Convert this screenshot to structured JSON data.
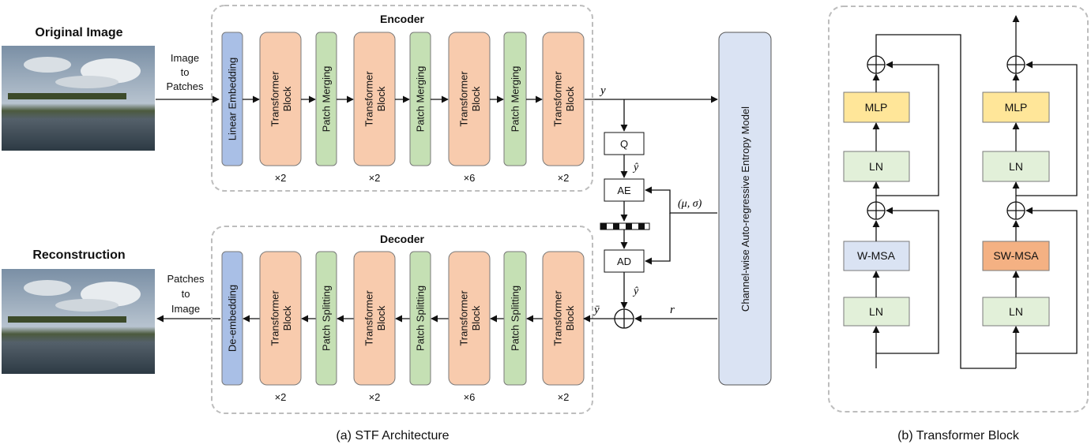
{
  "encoder": {
    "title": "Encoder",
    "blocks": [
      "Linear Embedding",
      "Transformer Block",
      "Patch Merging",
      "Transformer Block",
      "Patch Merging",
      "Transformer Block",
      "Patch Merging",
      "Transformer Block"
    ],
    "multipliers": [
      "×2",
      "×2",
      "×6",
      "×2"
    ]
  },
  "decoder": {
    "title": "Decoder",
    "blocks": [
      "De-embedding",
      "Transformer Block",
      "Patch Splitting",
      "Transformer Block",
      "Patch Splitting",
      "Transformer Block",
      "Patch Splitting",
      "Transformer Block"
    ],
    "multipliers": [
      "×2",
      "×2",
      "×6",
      "×2"
    ]
  },
  "original_image_label": "Original Image",
  "reconstruction_label": "Reconstruction",
  "image_to_patches": [
    "Image",
    "to",
    "Patches"
  ],
  "patches_to_image": [
    "Patches",
    "to",
    "Image"
  ],
  "entropy_model": "Channel-wise Auto-regressive Entropy Model",
  "q_label": "Q",
  "ae_label": "AE",
  "ad_label": "AD",
  "y_label": "y",
  "y_hat_label": "ŷ",
  "y_bar_label": "ȳ",
  "r_label": "r",
  "mu_sigma_label": "(μ, σ)",
  "caption_a": "(a) STF Architecture",
  "caption_b": "(b) Transformer Block",
  "transformer_block": {
    "left": {
      "mlp": "MLP",
      "ln_top": "LN",
      "attn": "W-MSA",
      "ln_bottom": "LN"
    },
    "right": {
      "mlp": "MLP",
      "ln_top": "LN",
      "attn": "SW-MSA",
      "ln_bottom": "LN"
    }
  },
  "colors": {
    "embedding": "#a9bfe6",
    "transformer": "#f8cbad",
    "merging": "#c5e0b4",
    "entropy": "#dae3f3",
    "mlp": "#ffe699",
    "ln": "#e2f0d9",
    "wmsa": "#dae3f3",
    "swmsa": "#f4b183"
  }
}
